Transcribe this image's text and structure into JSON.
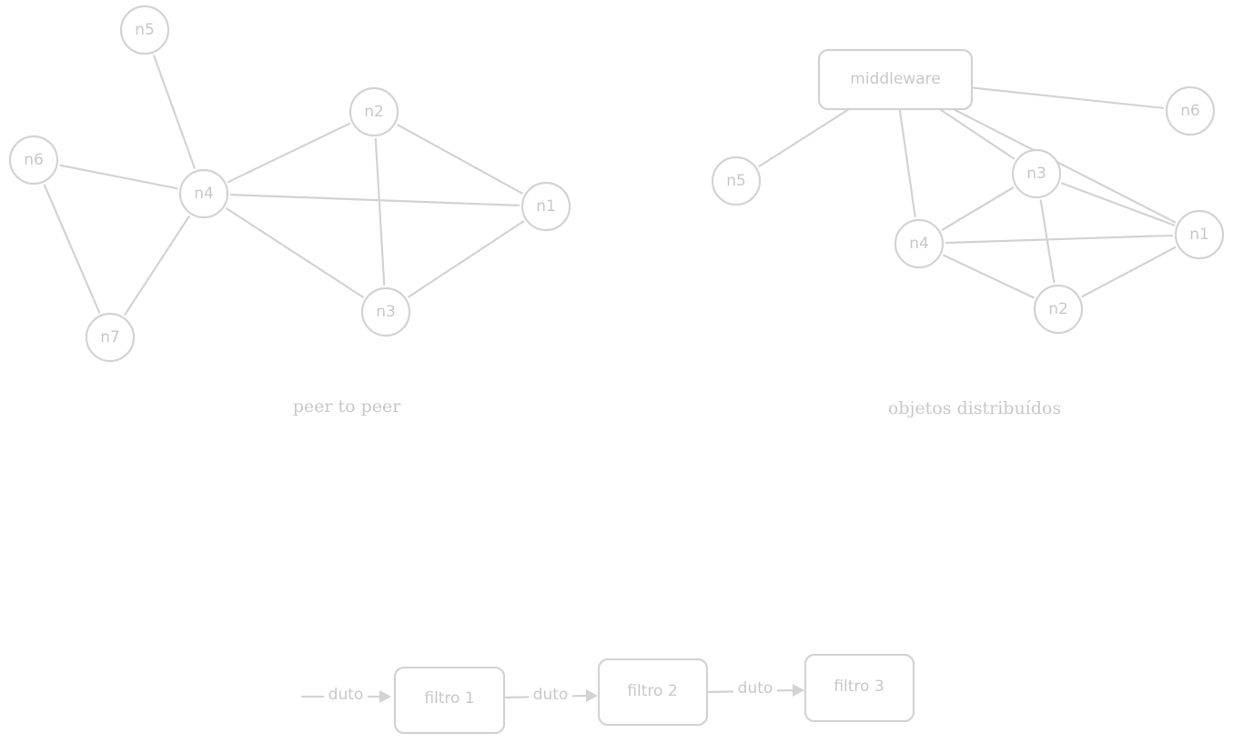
{
  "colors": {
    "stroke": "#d3d3d3",
    "text": "#c8c8c8",
    "background": "#ffffff"
  },
  "peer_to_peer": {
    "caption": "peer to peer",
    "nodes": [
      {
        "id": "n5",
        "label": "n5"
      },
      {
        "id": "n6",
        "label": "n6"
      },
      {
        "id": "n4",
        "label": "n4"
      },
      {
        "id": "n2",
        "label": "n2"
      },
      {
        "id": "n1",
        "label": "n1"
      },
      {
        "id": "n3",
        "label": "n3"
      },
      {
        "id": "n7",
        "label": "n7"
      }
    ],
    "edges": [
      [
        "n5",
        "n4"
      ],
      [
        "n6",
        "n4"
      ],
      [
        "n6",
        "n7"
      ],
      [
        "n4",
        "n7"
      ],
      [
        "n4",
        "n2"
      ],
      [
        "n4",
        "n1"
      ],
      [
        "n4",
        "n3"
      ],
      [
        "n2",
        "n3"
      ],
      [
        "n2",
        "n1"
      ],
      [
        "n3",
        "n1"
      ]
    ]
  },
  "distributed_objects": {
    "caption": "objetos distribuídos",
    "middleware_label": "middleware",
    "nodes": [
      {
        "id": "n5",
        "label": "n5"
      },
      {
        "id": "n6",
        "label": "n6"
      },
      {
        "id": "n3",
        "label": "n3"
      },
      {
        "id": "n4",
        "label": "n4"
      },
      {
        "id": "n1",
        "label": "n1"
      },
      {
        "id": "n2",
        "label": "n2"
      }
    ],
    "edges": [
      [
        "middleware",
        "n5"
      ],
      [
        "middleware",
        "n6"
      ],
      [
        "middleware",
        "n4"
      ],
      [
        "middleware",
        "n3"
      ],
      [
        "middleware",
        "n1"
      ],
      [
        "n3",
        "n4"
      ],
      [
        "n3",
        "n1"
      ],
      [
        "n3",
        "n2"
      ],
      [
        "n4",
        "n1"
      ],
      [
        "n4",
        "n2"
      ],
      [
        "n2",
        "n1"
      ]
    ]
  },
  "pipeline": {
    "pipe_label": "duto",
    "filters": [
      {
        "id": "filtro-1",
        "label": "filtro 1"
      },
      {
        "id": "filtro-2",
        "label": "filtro 2"
      },
      {
        "id": "filtro-3",
        "label": "filtro 3"
      }
    ]
  }
}
